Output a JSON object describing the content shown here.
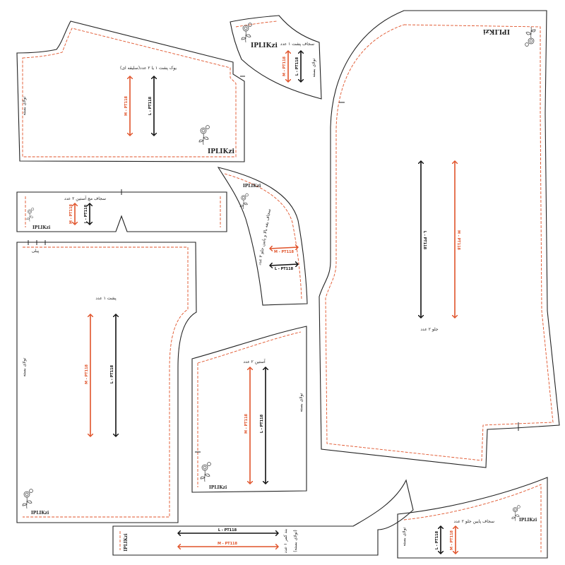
{
  "brand": "IPLIKzi",
  "grain_sizes": {
    "l": "L - PT118",
    "m": "M - PT118"
  },
  "pieces": {
    "back_yoke": {
      "title": "یوک پشت ۱ یا ۲ عدد(سلیقه ای)",
      "fold": "تولای بسته"
    },
    "back_facing": {
      "title": "سجاف پشت ۱ عدد",
      "fold": "تولای بسته"
    },
    "cuff_facing": {
      "title": "سجاف مچ آستین ۲ عدد"
    },
    "collar_facing": {
      "title": "سجاف یقه بالا و پایین جلو ۲ عدد"
    },
    "back": {
      "title": "پشت ۱ عدد",
      "fold": "تولای بسته",
      "mark": "پیلی"
    },
    "front": {
      "title": "جلو ۲ عدد"
    },
    "sleeve": {
      "title": "آستین ۲ عدد",
      "fold": "تولای بسته"
    },
    "belt": {
      "title": "بند کمر ۱ عدد",
      "note": "(تولای بسته)"
    },
    "hem_facing": {
      "title": "سجاف پایین جلو ۲ عدد",
      "fold": "تولای بسته"
    }
  }
}
